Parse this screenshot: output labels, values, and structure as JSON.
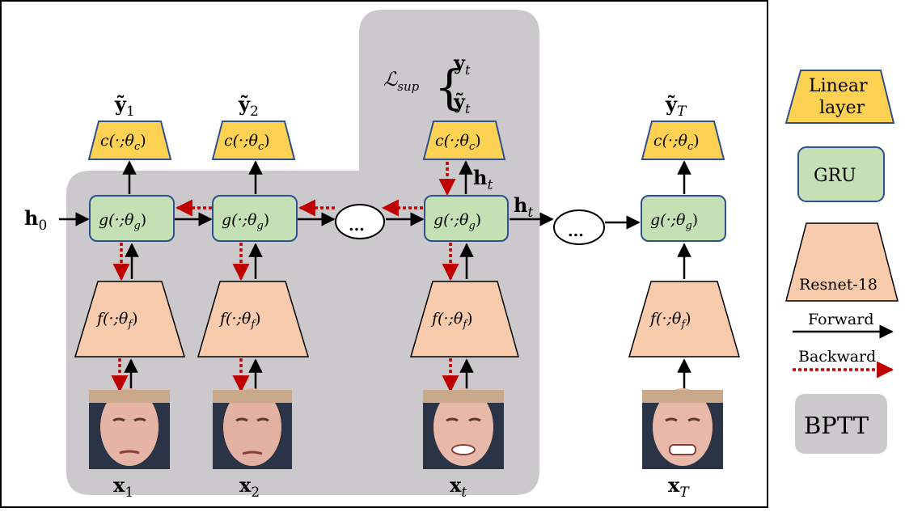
{
  "colors": {
    "bptt_region": "#cbc9cb",
    "linear_fill": "#fdd152",
    "linear_stroke": "#2f4f8f",
    "gru_fill": "#c5e0b4",
    "gru_stroke": "#2f4f8f",
    "resnet_fill": "#f8cbad",
    "forward_arrow": "#000000",
    "backward_arrow": "#c00000"
  },
  "blocks": {
    "classifier": "c(·;θ",
    "classifier_sub": "c",
    "gru": "g(·;θ",
    "gru_sub": "g",
    "feature": "f(·;θ",
    "feature_sub": "f",
    "close_paren": ")",
    "ellipsis": "..."
  },
  "steps": [
    {
      "output": "ỹ",
      "output_sub": "1",
      "input": "x",
      "input_sub": "1"
    },
    {
      "output": "ỹ",
      "output_sub": "2",
      "input": "x",
      "input_sub": "2"
    },
    {
      "output": "",
      "output_sub": "",
      "input": "x",
      "input_sub": "t"
    },
    {
      "output": "ỹ",
      "output_sub": "T",
      "input": "x",
      "input_sub": "T"
    }
  ],
  "hidden": {
    "h0": "h",
    "h0_sub": "0",
    "ht": "h",
    "ht_sub": "t"
  },
  "loss": {
    "symbol": "ℒ",
    "sub": "sup",
    "brace": "{",
    "target": "y",
    "target_sub": "t",
    "pred": "ỹ",
    "pred_sub": "t"
  },
  "legend": {
    "linear_line1": "Linear",
    "linear_line2": "layer",
    "gru": "GRU",
    "resnet": "Resnet-18",
    "forward": "Forward",
    "backward": "Backward",
    "bptt": "BPTT"
  }
}
